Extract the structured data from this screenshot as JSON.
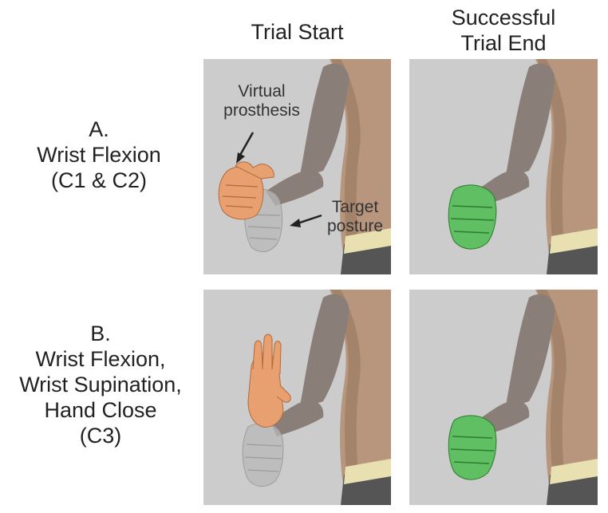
{
  "columns": {
    "trial_start": [
      "Trial Start"
    ],
    "trial_end": [
      "Successful",
      "Trial End"
    ]
  },
  "rows": {
    "a": [
      "A.",
      "Wrist Flexion",
      "(C1 & C2)"
    ],
    "b": [
      "B.",
      "Wrist Flexion,",
      "Wrist Supination,",
      "Hand Close",
      "(C3)"
    ]
  },
  "annotations": {
    "virtual_prosthesis": [
      "Virtual",
      "prosthesis"
    ],
    "target_posture": [
      "Target",
      "posture"
    ]
  },
  "colors": {
    "background_panel": "#cccccc",
    "arm_skin": "#8a7f78",
    "prosthesis": "#e8a070",
    "target": "#b8b8b8",
    "success_hand": "#5fbf62",
    "belt": "#e8e0b0",
    "pants": "#555555"
  }
}
